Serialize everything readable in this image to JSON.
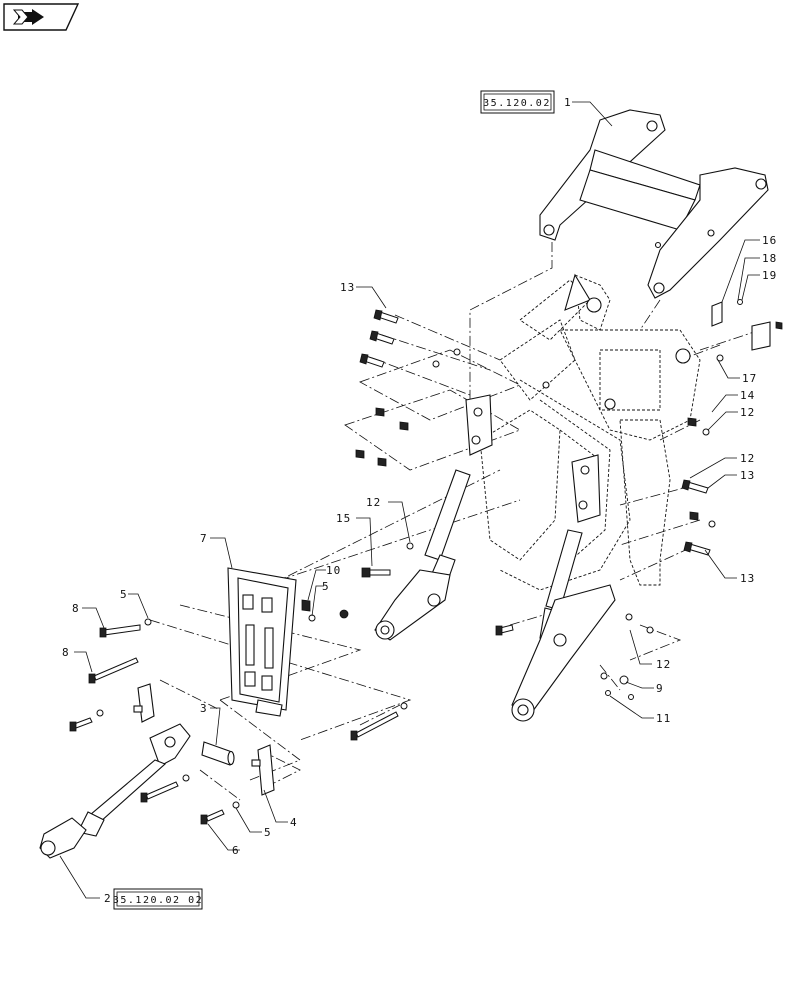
{
  "nav": {
    "icon": "back-arrow-icon"
  },
  "references": [
    {
      "id": "ref-1",
      "text": "35.120.02"
    },
    {
      "id": "ref-2",
      "text": "35.120.02 02"
    }
  ],
  "callouts": [
    {
      "id": "c1",
      "text": "1"
    },
    {
      "id": "c2",
      "text": "2"
    },
    {
      "id": "c3",
      "text": "3"
    },
    {
      "id": "c4",
      "text": "4"
    },
    {
      "id": "c5a",
      "text": "5"
    },
    {
      "id": "c5b",
      "text": "5"
    },
    {
      "id": "c5c",
      "text": "5"
    },
    {
      "id": "c6",
      "text": "6"
    },
    {
      "id": "c7",
      "text": "7"
    },
    {
      "id": "c8a",
      "text": "8"
    },
    {
      "id": "c8b",
      "text": "8"
    },
    {
      "id": "c9",
      "text": "9"
    },
    {
      "id": "c10",
      "text": "10"
    },
    {
      "id": "c11",
      "text": "11"
    },
    {
      "id": "c12a",
      "text": "12"
    },
    {
      "id": "c12b",
      "text": "12"
    },
    {
      "id": "c12c",
      "text": "12"
    },
    {
      "id": "c12d",
      "text": "12"
    },
    {
      "id": "c13a",
      "text": "13"
    },
    {
      "id": "c13b",
      "text": "13"
    },
    {
      "id": "c13c",
      "text": "13"
    },
    {
      "id": "c14",
      "text": "14"
    },
    {
      "id": "c15",
      "text": "15"
    },
    {
      "id": "c16",
      "text": "16"
    },
    {
      "id": "c17",
      "text": "17"
    },
    {
      "id": "c18",
      "text": "18"
    },
    {
      "id": "c19",
      "text": "19"
    }
  ]
}
